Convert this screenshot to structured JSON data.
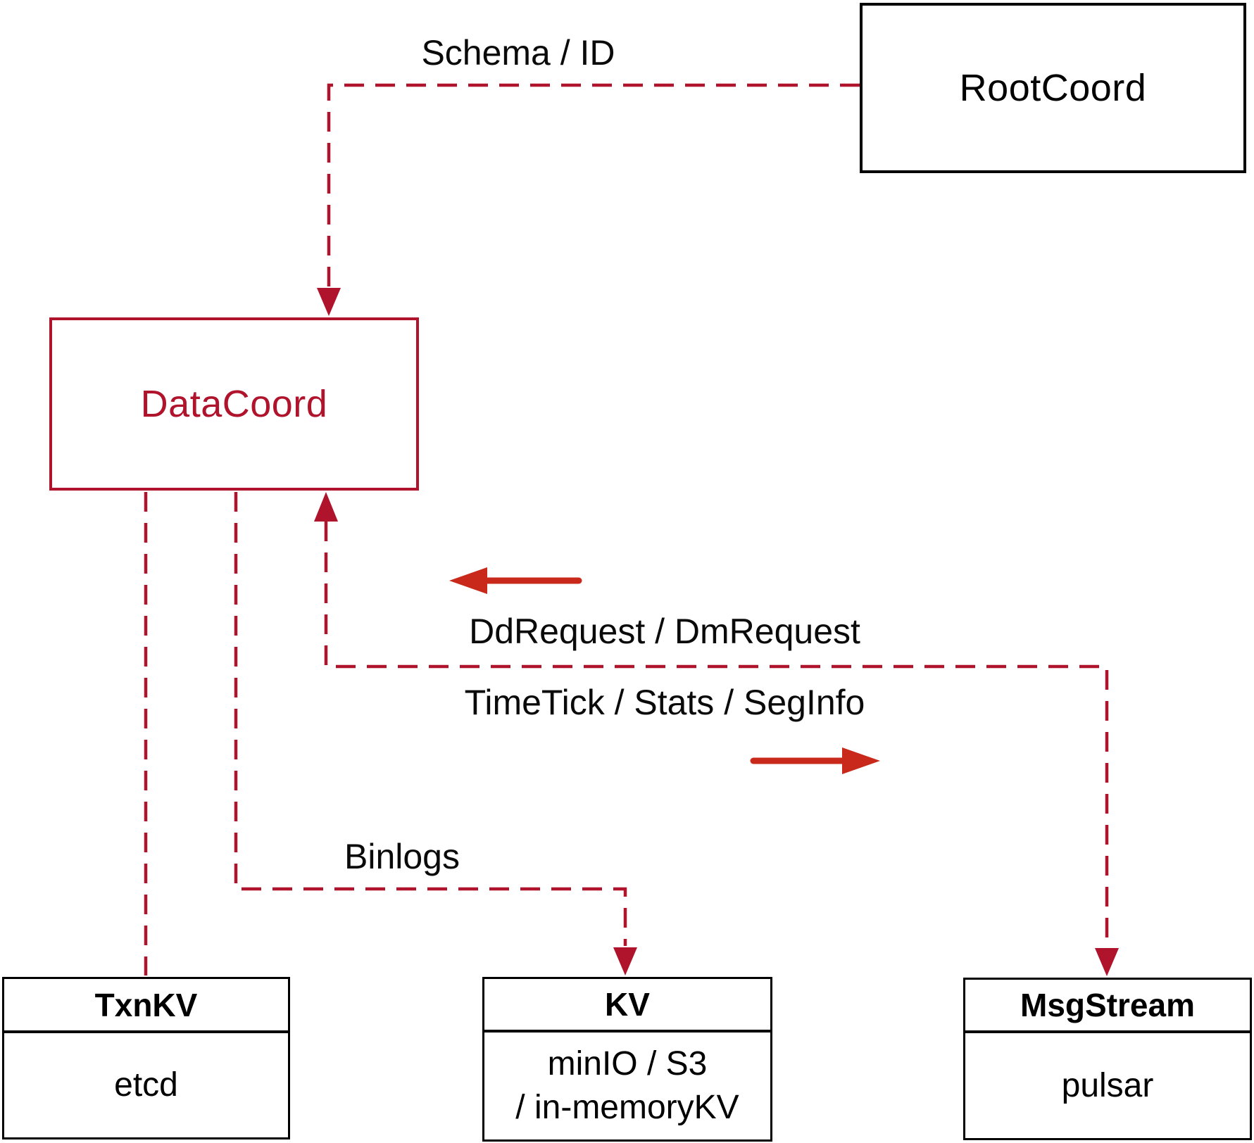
{
  "diagram": {
    "background": "#ffffff",
    "colors": {
      "dashed_edge": "#b0132c",
      "red_node_border": "#b0132c",
      "solid_direction_arrow": "#c9291a",
      "plain_node_border": "#000000",
      "text": "#000000"
    },
    "nodes": {
      "rootcoord": {
        "label": "RootCoord"
      },
      "datacoord": {
        "label": "DataCoord"
      },
      "txnkv": {
        "title": "TxnKV",
        "body": "etcd"
      },
      "kv": {
        "title": "KV",
        "body_line1": "minIO / S3",
        "body_line2": "/ in-memoryKV"
      },
      "msgstream": {
        "title": "MsgStream",
        "body": "pulsar"
      }
    },
    "edge_labels": {
      "schema_id": "Schema / ID",
      "dd_dm_request": "DdRequest / DmRequest",
      "timetick_stats_seginfo": "TimeTick / Stats / SegInfo",
      "binlogs": "Binlogs"
    }
  }
}
